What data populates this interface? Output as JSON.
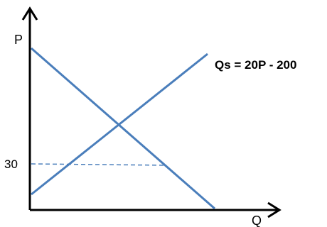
{
  "diagram": {
    "axes": {
      "y_label": "P",
      "x_label": "Q"
    },
    "tick_label_price": "30",
    "supply_equation": "Qs = 20P - 200",
    "colors": {
      "curve": "#4a7ebb",
      "axis": "#000000",
      "dashed_guide": "#4a7ebb"
    }
  }
}
